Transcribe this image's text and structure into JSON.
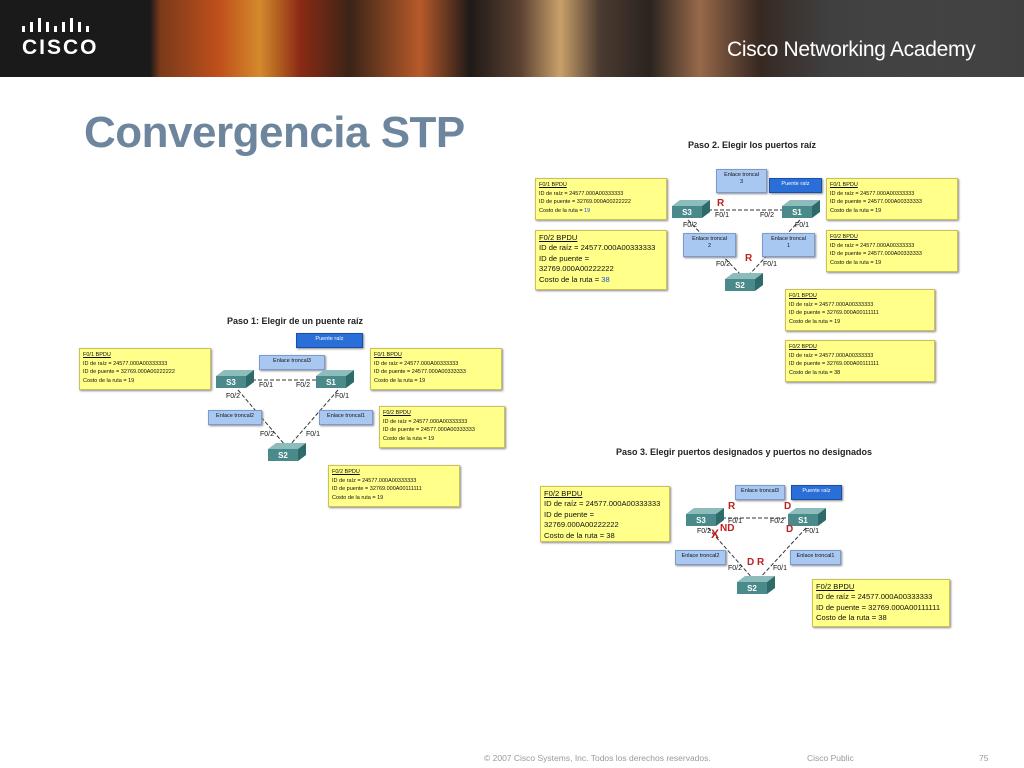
{
  "header": {
    "brand": "CISCO",
    "academy": "Cisco Networking Academy"
  },
  "page_title": "Convergencia STP",
  "step1": {
    "title": "Paso 1: Elegir de un puente raíz",
    "root_label": "Puente raíz",
    "trunk3": "Enlace troncal3",
    "trunk2": "Enlace troncal2",
    "trunk1": "Enlace troncal1",
    "switches": [
      "S3",
      "S1",
      "S2"
    ],
    "ports": [
      "F0/1",
      "F0/2",
      "F0/2",
      "F0/1",
      "F0/2",
      "F0/1"
    ],
    "bpdus": [
      {
        "hdr": "F0/1 BPDU",
        "l1": "ID de raíz = 24577.000A00333333",
        "l2": "ID de puente = 32769.000A00222222",
        "l3": "Costo de la ruta = 19"
      },
      {
        "hdr": "F0/1 BPDU",
        "l1": "ID de raíz = 24577.000A00333333",
        "l2": "ID de puente = 24577.000A00333333",
        "l3": "Costo de la ruta = 19"
      },
      {
        "hdr": "F0/2 BPDU",
        "l1": "ID de raíz = 24577.000A00333333",
        "l2": "ID de puente = 24577.000A00333333",
        "l3": "Costo de la ruta = 19"
      },
      {
        "hdr": "F0/2 BPDU",
        "l1": "ID de raíz = 24577.000A00333333",
        "l2": "ID de puente = 32769.000A00111111",
        "l3": "Costo de la ruta = 19"
      }
    ]
  },
  "step2": {
    "title": "Paso 2. Elegir los puertos raíz",
    "root_label": "Puente raíz",
    "trunk3_a": "Enlace troncal",
    "trunk3_b": "3",
    "trunk2_a": "Enlace troncal",
    "trunk2_b": "2",
    "trunk1_a": "Enlace troncal",
    "trunk1_b": "1",
    "switches": [
      "S3",
      "S1",
      "S2"
    ],
    "ports": [
      "F0/1",
      "F0/2",
      "F0/2",
      "F0/1",
      "F0/2",
      "F0/1"
    ],
    "marks": [
      "R",
      "R"
    ],
    "bpdu_left1": {
      "hdr": "F0/1 BPDU",
      "l1": "ID de raíz = 24577.000A00333333",
      "l2": "ID de puente = 32769.000A00222222",
      "l3a": "Costo de la ruta = ",
      "l3b": "19"
    },
    "bpdu_left2": {
      "hdr": "F0/2 BPDU",
      "l1": "ID de raíz = 24577.000A00333333",
      "l2": "ID de puente =",
      "l3": "32769.000A00222222",
      "l4a": "Costo de la ruta = ",
      "l4b": "38"
    },
    "bpdus_right": [
      {
        "hdr": "F0/1 BPDU",
        "l1": "ID de raíz = 24577.000A00333333",
        "l2": "ID de puente = 24577.000A00333333",
        "l3": "Costo de la ruta = 19"
      },
      {
        "hdr": "F0/2 BPDU",
        "l1": "ID de raíz = 24577.000A00333333",
        "l2": "ID de puente = 24577.000A00333333",
        "l3": "Costo de la ruta = 19"
      },
      {
        "hdr": "F0/1 BPDU",
        "l1": "ID de raíz = 24577.000A00333333",
        "l2": "ID de puente = 32769.000A00111111",
        "l3": "Costo de la ruta = 19"
      },
      {
        "hdr": "F0/2 BPDU",
        "l1": "ID de raíz = 24577.000A00333333",
        "l2": "ID de puente = 32769.000A00111111",
        "l3": "Costo de la ruta = 38"
      }
    ]
  },
  "step3": {
    "title": "Paso 3. Elegir puertos designados y puertos no designados",
    "root_label": "Puente raíz",
    "trunk3": "Enlace troncal3",
    "trunk2": "Enlace troncal2",
    "trunk1": "Enlace troncal1",
    "switches": [
      "S3",
      "S1",
      "S2"
    ],
    "ports": [
      "F0/1",
      "F0/2",
      "F0/2",
      "F0/1",
      "F0/2",
      "F0/1"
    ],
    "marks": {
      "r_top": "R",
      "d_top": "D",
      "nd": "ND",
      "x": "X",
      "d_right": "D",
      "dr": "D R"
    },
    "bpdu_left": {
      "hdr": "F0/2 BPDU",
      "l1": "ID de raíz = 24577.000A00333333",
      "l2": "ID de puente =",
      "l3": "32769.000A00222222",
      "l4": "Costo de la ruta = 38"
    },
    "bpdu_right": {
      "hdr": "F0/2 BPDU",
      "l1": "ID de raíz = 24577.000A00333333",
      "l2": "ID de puente = 32769.000A00111111",
      "l3": "Costo de la ruta = 38"
    }
  },
  "footer": {
    "copyright": "© 2007 Cisco Systems, Inc. Todos los derechos reservados.",
    "classification": "Cisco Public",
    "page": "75"
  },
  "colors": {
    "title": "#6d869e",
    "bpdu_fill": "#ffff8a",
    "trunk_fill": "#a9c8f1",
    "root_fill": "#2a6fd8",
    "mark": "#c02020",
    "switch": "#4a8a8a"
  }
}
